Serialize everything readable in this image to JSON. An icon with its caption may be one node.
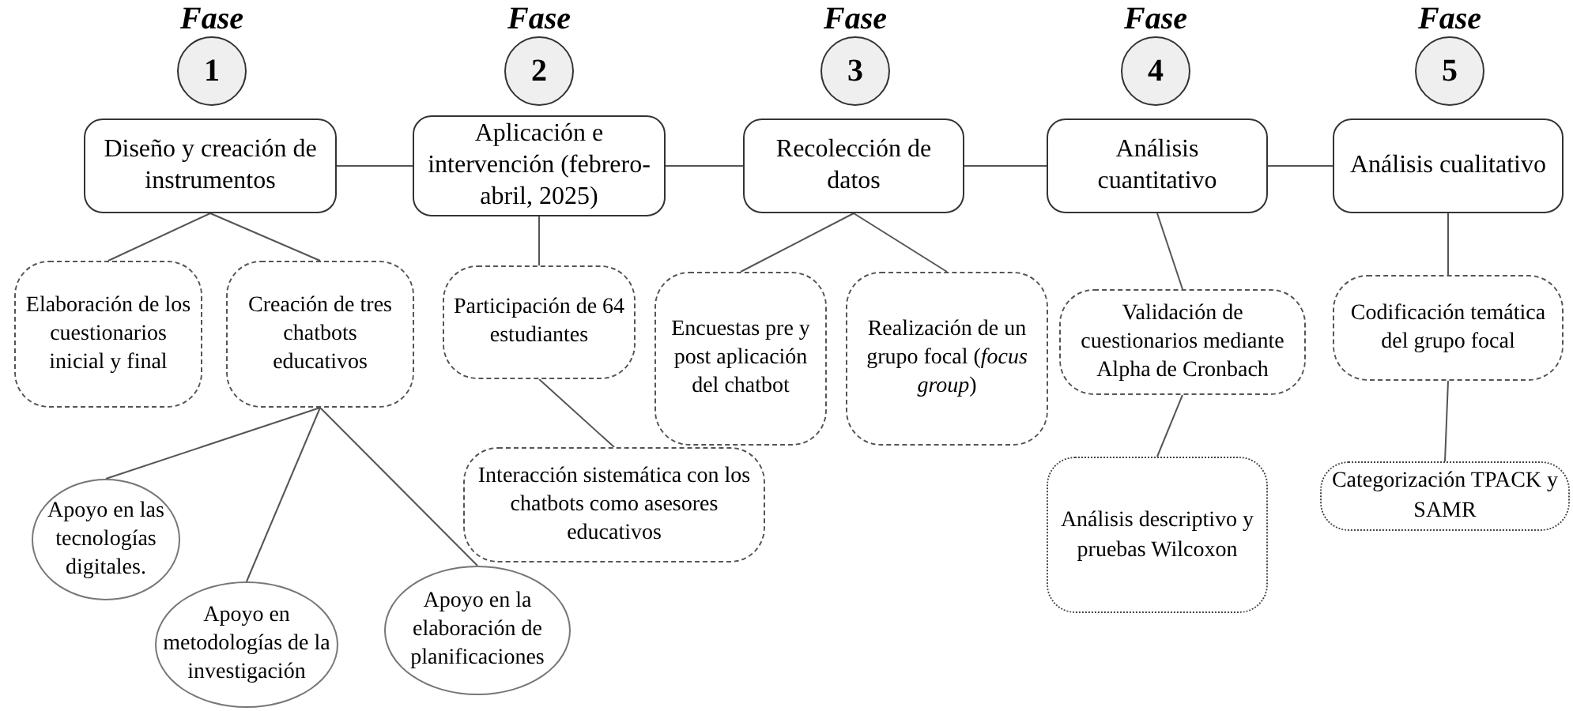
{
  "diagram": {
    "nodes": [
      {
        "text": [
          "1"
        ],
        "beside": [
          "Fase"
        ]
      },
      {
        "text": [
          "2"
        ],
        "beside": [
          "Fase"
        ]
      },
      {
        "text": [
          "3"
        ],
        "beside": [
          "Fase"
        ]
      },
      {
        "text": [
          "4"
        ],
        "beside": [
          "Fase"
        ]
      },
      {
        "text": [
          "5"
        ],
        "beside": [
          "Fase"
        ]
      },
      {
        "text": [
          "Diseño y creación de instrumentos"
        ]
      },
      {
        "text": [
          "Aplicación e intervención (febrero-abril, 2025)"
        ]
      },
      {
        "text": [
          "Recolección de datos"
        ]
      },
      {
        "text": [
          "Análisis cuantitativo"
        ]
      },
      {
        "text": [
          "Análisis cualitativo"
        ]
      },
      {
        "text": [
          "Elaboración de los cuestionarios inicial y final"
        ]
      },
      {
        "text": [
          "Creación de tres chatbots educativos"
        ]
      },
      {
        "text": [
          "Participación de 64 estudiantes"
        ]
      },
      {
        "text": [
          "Interacción sistemática con los chatbots como asesores educativos"
        ]
      },
      {
        "text": [
          "Encuestas pre y post aplicación del chatbot"
        ]
      },
      {
        "text": [
          "Realización de un grupo focal (*focus group*)"
        ]
      },
      {
        "text": [
          "Validación de cuestionarios mediante Alpha de Cronbach"
        ]
      },
      {
        "text": [
          "Análisis descriptivo y pruebas Wilcoxon"
        ]
      },
      {
        "text": [
          "Codificación temática del grupo focal"
        ]
      },
      {
        "text": [
          "Categorización TPACK y SAMR"
        ]
      },
      {
        "text": [
          "Apoyo en las tecnologías digitales."
        ]
      },
      {
        "text": [
          "Apoyo en metodologías de la investigación"
        ]
      },
      {
        "text": [
          "Apoyo en la elaboración de planificaciones"
        ]
      }
    ],
    "edges": [
      {
        "from": 5,
        "to": 6,
        "arrow": "none"
      },
      {
        "from": 6,
        "to": 7,
        "arrow": "none"
      },
      {
        "from": 7,
        "to": 8,
        "arrow": "none"
      },
      {
        "from": 8,
        "to": 9,
        "arrow": "none"
      },
      {
        "from": 5,
        "to": 10,
        "arrow": "none"
      },
      {
        "from": 5,
        "to": 11,
        "arrow": "none"
      },
      {
        "from": 11,
        "to": 20,
        "arrow": "none"
      },
      {
        "from": 11,
        "to": 21,
        "arrow": "none"
      },
      {
        "from": 11,
        "to": 22,
        "arrow": "none"
      },
      {
        "from": 6,
        "to": 12,
        "arrow": "none"
      },
      {
        "from": 12,
        "to": 13,
        "arrow": "none"
      },
      {
        "from": 7,
        "to": 14,
        "arrow": "none"
      },
      {
        "from": 7,
        "to": 15,
        "arrow": "none"
      },
      {
        "from": 8,
        "to": 16,
        "arrow": "none"
      },
      {
        "from": 16,
        "to": 17,
        "arrow": "none"
      },
      {
        "from": 9,
        "to": 18,
        "arrow": "none"
      },
      {
        "from": 18,
        "to": 19,
        "arrow": "none"
      }
    ]
  }
}
